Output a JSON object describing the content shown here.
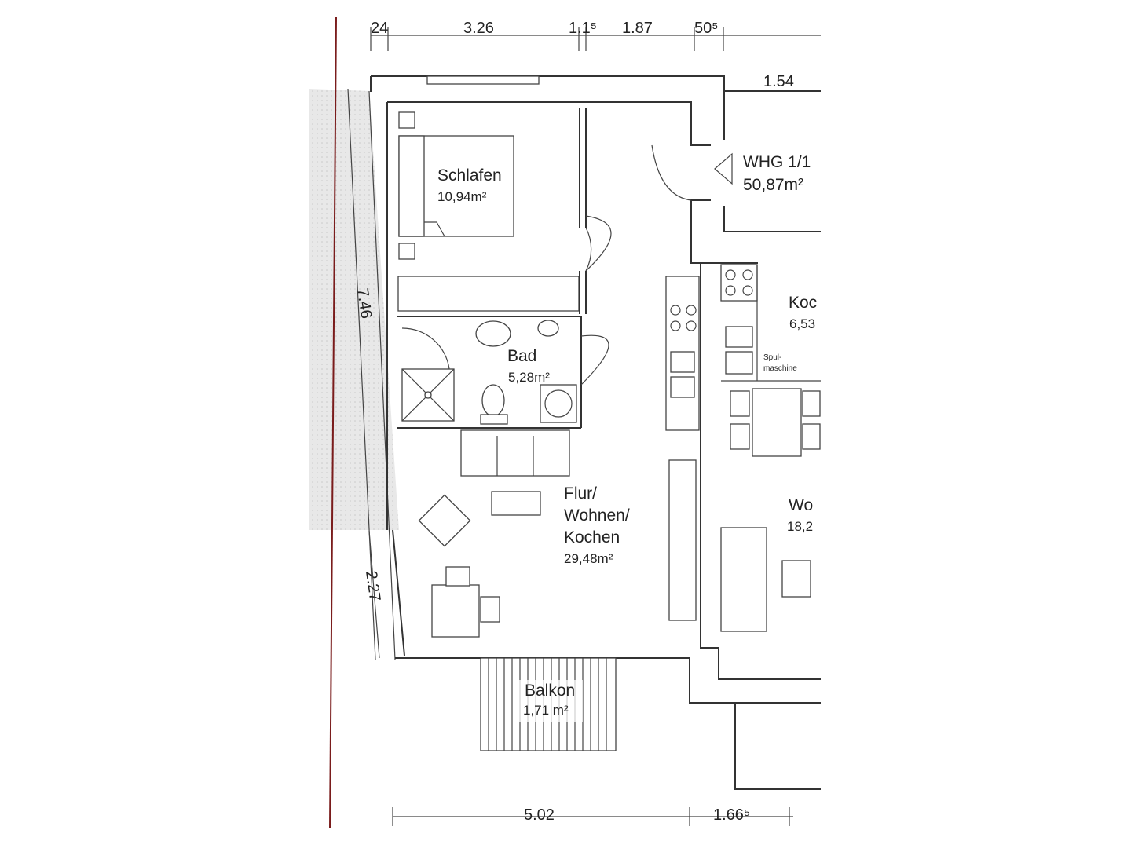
{
  "colors": {
    "line": "#333333",
    "hatch": "#e4e4e4",
    "background": "#ffffff"
  },
  "dimensions": {
    "top": [
      "24",
      "3.26",
      "1.1⁵",
      "1.87",
      "50⁵"
    ],
    "top_right": "1.54",
    "left_upper": "7.46",
    "left_lower": "2.27",
    "bottom_left": "5.02",
    "bottom_right": "1.66⁵"
  },
  "rooms": {
    "schlafen": {
      "name": "Schlafen",
      "area": "10,94m²"
    },
    "bad": {
      "name": "Bad",
      "area": "5,28m²"
    },
    "flur": {
      "line1": "Flur/",
      "line2": "Wohnen/",
      "line3": "Kochen",
      "area": "29,48m²"
    },
    "whg": {
      "name": "WHG 1/1",
      "area": "50,87m²"
    },
    "kochen_right": {
      "name": "Koc",
      "area": "6,53"
    },
    "wohnen_right": {
      "name": "Wo",
      "area": "18,2"
    },
    "balkon": {
      "name": "Balkon",
      "area": "1,71 m²"
    }
  },
  "labels": {
    "spuel1": "Spul-",
    "spuel2": "maschine"
  }
}
